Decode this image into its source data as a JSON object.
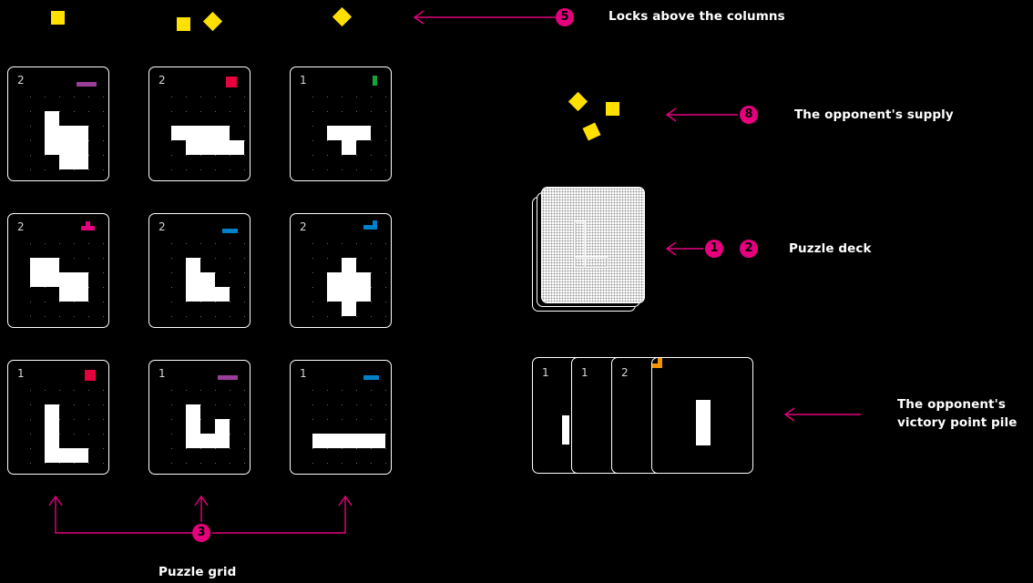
{
  "colors": {
    "accent": "#e6007e",
    "lock": "#ffe000",
    "purple": "#9b3e9b",
    "red": "#e6003e",
    "green": "#13a538",
    "pink": "#e6007e",
    "blue": "#0080c8",
    "orange": "#f29400"
  },
  "labels": {
    "locks": "Locks above the columns",
    "supply": "The opponent's supply",
    "deck": "Puzzle deck",
    "vp_line1": "The opponent's",
    "vp_line2": "victory point pile",
    "grid": "Puzzle grid"
  },
  "badges": {
    "locks": "5",
    "supply": "8",
    "deck_a": "1",
    "deck_b": "2",
    "grid": "3"
  },
  "puzzle_cards": [
    {
      "points": "2",
      "icon": "purple-bar-icon"
    },
    {
      "points": "2",
      "icon": "red-square-icon"
    },
    {
      "points": "1",
      "icon": "green-bar-icon"
    },
    {
      "points": "2",
      "icon": "pink-t-icon"
    },
    {
      "points": "2",
      "icon": "blue-bar-icon"
    },
    {
      "points": "2",
      "icon": "blue-l-icon"
    },
    {
      "points": "1",
      "icon": "red-square-icon"
    },
    {
      "points": "1",
      "icon": "purple-bar-icon"
    },
    {
      "points": "1",
      "icon": "blue-bar-icon"
    }
  ],
  "vp_cards": [
    {
      "points": "1"
    },
    {
      "points": "1"
    },
    {
      "points": "2"
    },
    {
      "points": "",
      "icon": "orange-l-icon"
    }
  ]
}
